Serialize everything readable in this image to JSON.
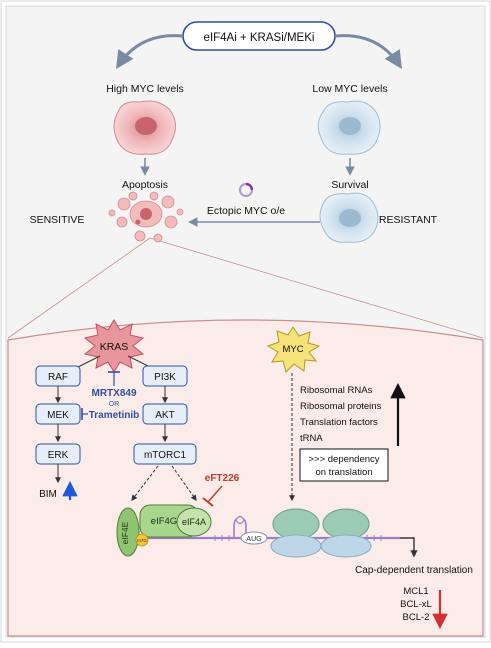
{
  "top": {
    "treatment": "eIF4Ai + KRASi/MEKi",
    "high_myc": "High MYC levels",
    "low_myc": "Low MYC levels",
    "apoptosis": "Apoptosis",
    "survival": "Survival",
    "sensitive": "SENSITIVE",
    "resistant": "RESISTANT",
    "ectopic": "Ectopic MYC o/e"
  },
  "pathway": {
    "kras": "KRAS",
    "raf": "RAF",
    "mek": "MEK",
    "erk": "ERK",
    "bim": "BIM",
    "pi3k": "PI3K",
    "akt": "AKT",
    "mtorc1": "mTORC1",
    "mrtx849": "MRTX849",
    "or": "OR",
    "trametinib": "Trametinib",
    "eft226": "eFT226"
  },
  "translation": {
    "eif4e": "eIF4E",
    "eif4g": "eIF4G",
    "eif4a": "eIF4A",
    "cap": "m7G",
    "aug": "AUG",
    "cap_dependent": "Cap-dependent translation",
    "outputs": [
      "MCL1",
      "BCL-xL",
      "BCL-2"
    ]
  },
  "myc": {
    "label": "MYC",
    "targets": [
      "Ribosomal RNAs",
      "Ribosomal proteins",
      "Translation factors",
      "tRNA"
    ],
    "dependency_line1": ">>> dependency",
    "dependency_line2": "on translation"
  },
  "colors": {
    "kras_fill": "#e8959d",
    "myc_fill": "#f5e27a",
    "inhibitor_blue": "#2f4f9e",
    "inhibitor_red": "#c0392b",
    "up_arrow": "#1f5bd6",
    "down_arrow": "#d32f2f",
    "node_fill": "#e6eff9",
    "cell_pink": "#f2bcbc",
    "cell_blue": "#cfe1ee",
    "panel_bg": "#fbecea"
  }
}
